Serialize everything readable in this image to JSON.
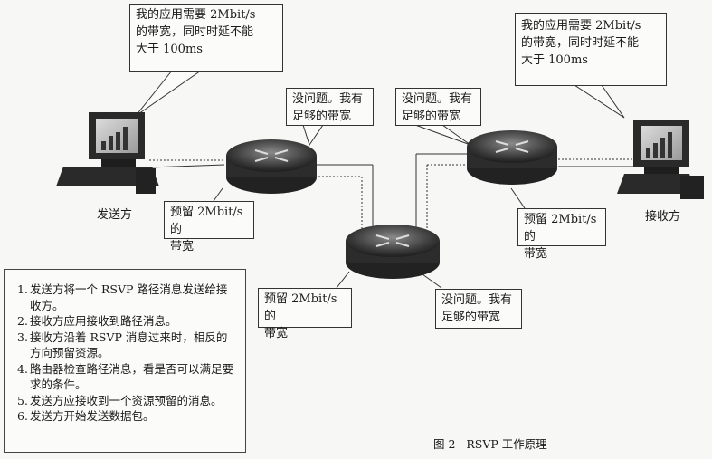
{
  "sender": {
    "name": "发送方",
    "request": "我的应用需要 2Mbit/s\n的带宽，同时时延不能\n大于 100ms"
  },
  "receiver": {
    "name": "接收方",
    "request": "我的应用需要 2Mbit/s\n的带宽，同时时延不能\n大于 100ms"
  },
  "routers": {
    "left": {
      "reply": "没问题。我有\n足够的带宽",
      "reserve": "预留 2Mbit/s 的\n带宽"
    },
    "right": {
      "reply": "没问题。我有\n足够的带宽",
      "reserve": "预留 2Mbit/s 的\n带宽"
    },
    "bottom": {
      "reply": "没问题。我有\n足够的带宽",
      "reserve": "预留 2Mbit/s 的\n带宽"
    }
  },
  "steps": [
    {
      "num": "1.",
      "text": "发送方将一个 RSVP 路径消息发送给接收方。"
    },
    {
      "num": "2.",
      "text": "接收方应用接收到路径消息。"
    },
    {
      "num": "3.",
      "text": "接收方沿着 RSVP 消息过来时，相反的方向预留资源。"
    },
    {
      "num": "4.",
      "text": "路由器检查路径消息，看是否可以满足要求的条件。"
    },
    {
      "num": "5.",
      "text": "发送方应接收到一个资源预留的消息。"
    },
    {
      "num": "6.",
      "text": "发送方开始发送数据包。"
    }
  ],
  "caption": "图 2   RSVP 工作原理"
}
